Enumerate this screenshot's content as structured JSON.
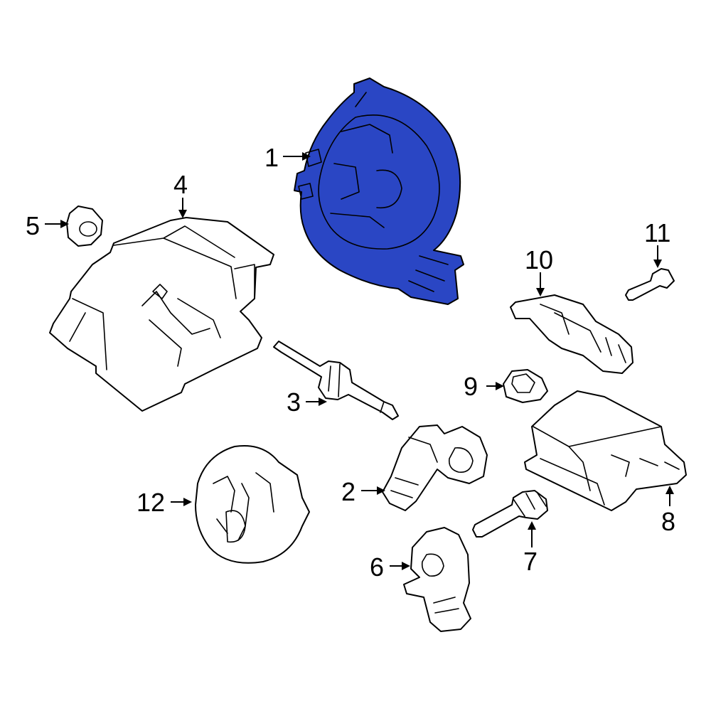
{
  "colors": {
    "highlight": "#2a46c4",
    "line": "#000000",
    "background": "#ffffff"
  },
  "callouts": [
    {
      "id": "c1",
      "number": "1"
    },
    {
      "id": "c2",
      "number": "2"
    },
    {
      "id": "c3",
      "number": "3"
    },
    {
      "id": "c4",
      "number": "4"
    },
    {
      "id": "c5",
      "number": "5"
    },
    {
      "id": "c6",
      "number": "6"
    },
    {
      "id": "c7",
      "number": "7"
    },
    {
      "id": "c8",
      "number": "8"
    },
    {
      "id": "c9",
      "number": "9"
    },
    {
      "id": "c10",
      "number": "10"
    },
    {
      "id": "c11",
      "number": "11"
    },
    {
      "id": "c12",
      "number": "12"
    }
  ]
}
